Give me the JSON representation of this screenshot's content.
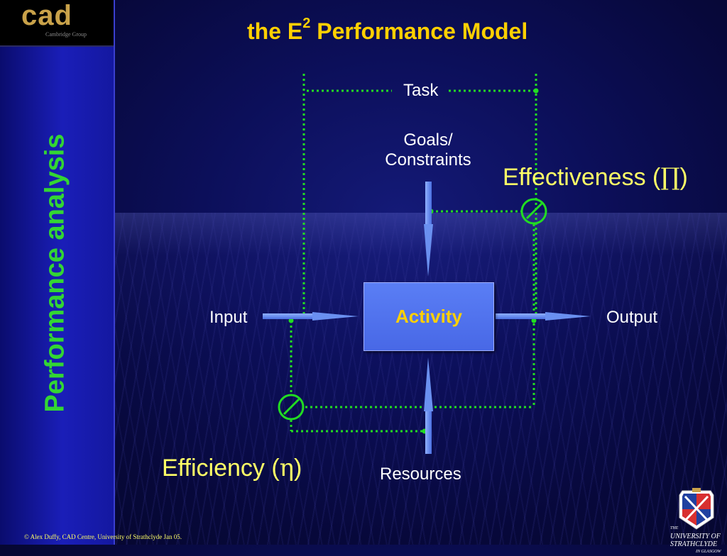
{
  "header": {
    "logo": "cad",
    "logo_sub": "Cambridge Group",
    "title_prefix": "the E",
    "title_sup": "2",
    "title_suffix": " Performance Model"
  },
  "sidebar": {
    "title": "Performance analysis"
  },
  "diagram": {
    "task_label": "Task",
    "goals_label_line1": "Goals/",
    "goals_label_line2": "Constraints",
    "input_label": "Input",
    "output_label": "Output",
    "activity_label": "Activity",
    "resources_label": "Resources",
    "effectiveness_label": "Effectiveness (",
    "effectiveness_symbol": "∏",
    "effectiveness_close": ")",
    "efficiency_label": "Efficiency (",
    "efficiency_symbol": "η",
    "efficiency_close": ")"
  },
  "colors": {
    "dotted_line": "#22dd22",
    "arrow": "#6a90f0",
    "title": "#ffd000",
    "metric_label": "#ffff66"
  },
  "footer": {
    "copyright": "© Alex Duffy, CAD Centre, University of Strathclyde Jan 05.",
    "university_line1": "THE",
    "university_line2": "UNIVERSITY OF",
    "university_line3": "STRATHCLYDE",
    "university_line4": "IN GLASGOW"
  }
}
